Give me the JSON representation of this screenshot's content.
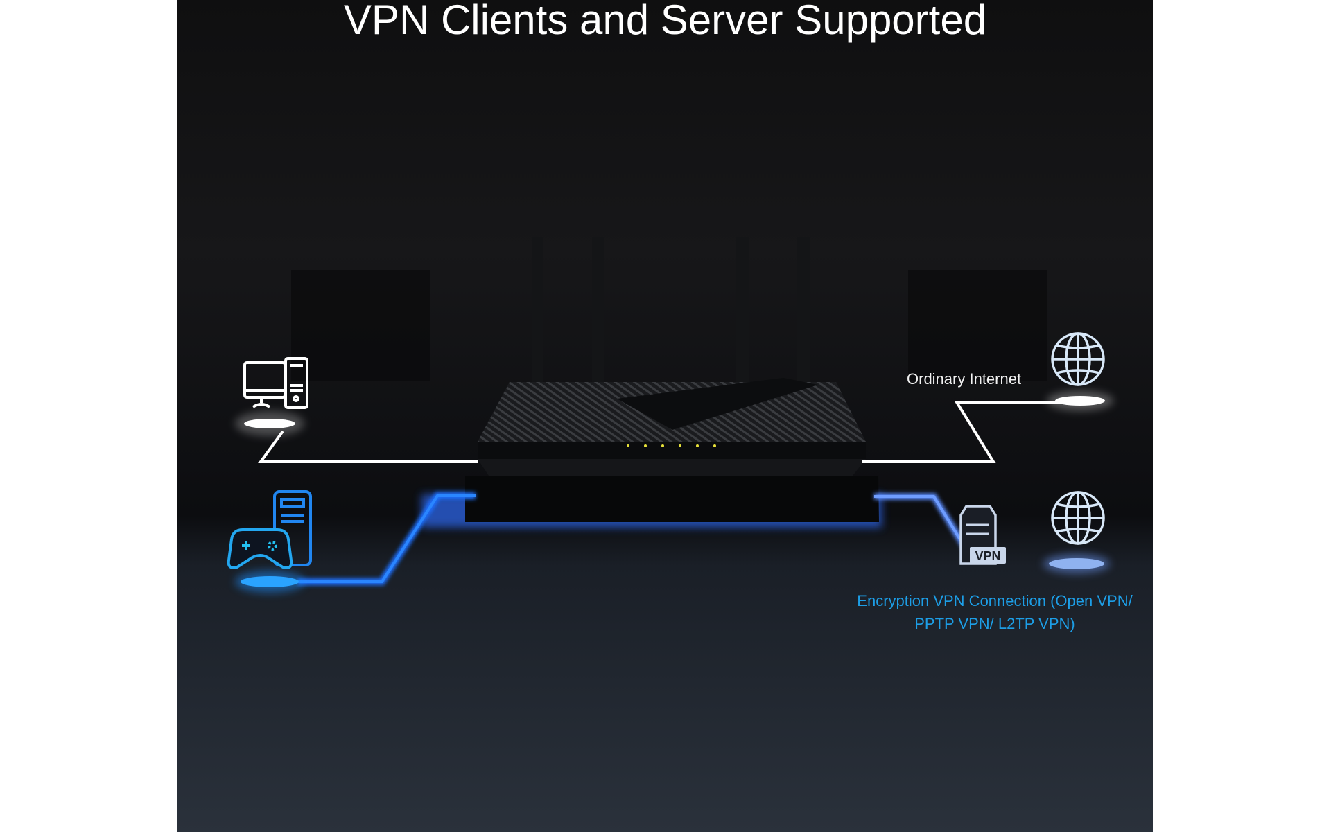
{
  "title": "VPN Clients and Server Supported",
  "labels": {
    "ordinary_internet": "Ordinary Internet",
    "vpn_connection": "Encryption VPN Connection (Open VPN/ PPTP VPN/ L2TP VPN)",
    "vpn_badge": "VPN"
  },
  "icons": [
    "desktop-computer-icon",
    "gamepad-console-icon",
    "globe-icon",
    "vpn-server-icon",
    "router-image"
  ],
  "colors": {
    "accent_blue": "#1d9ee6",
    "line_white": "#ffffff",
    "glow_blue": "#1f6fff"
  }
}
